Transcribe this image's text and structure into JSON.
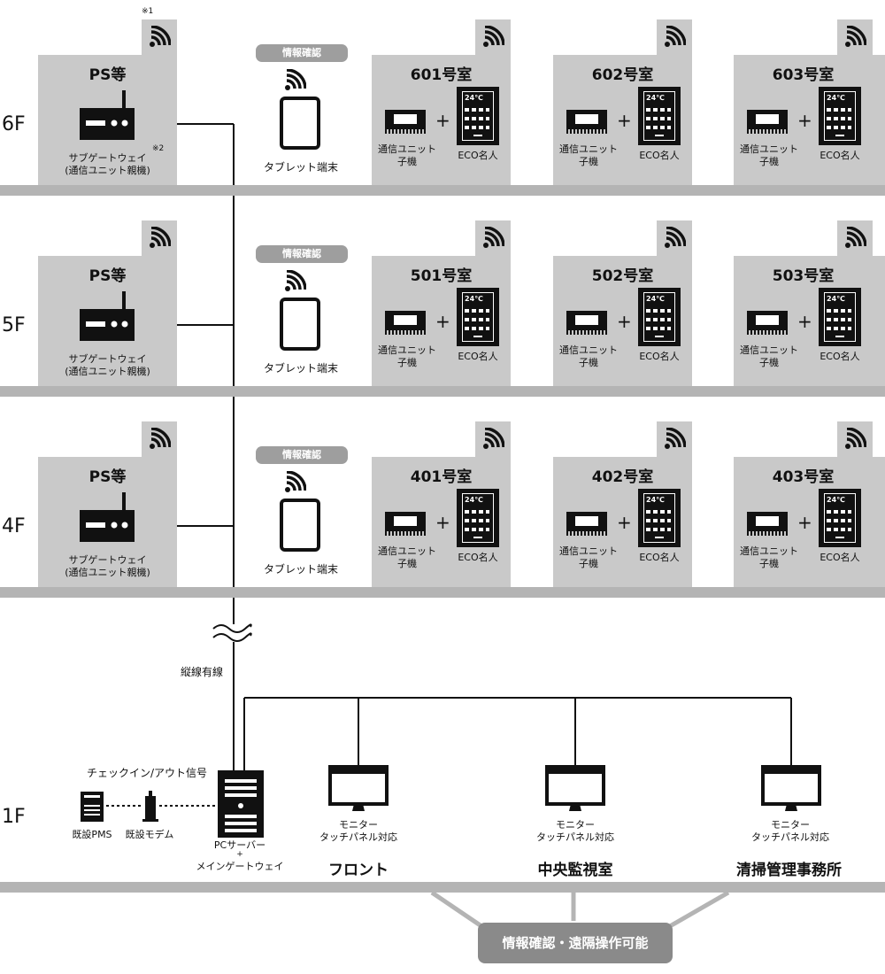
{
  "floors": [
    {
      "label": "6F",
      "ps": {
        "title": "PS等",
        "line1": "サブゲートウェイ",
        "line2": "(通信ユニット親機)"
      },
      "tablet": {
        "badge": "情報確認",
        "label": "タブレット端末"
      },
      "rooms": [
        {
          "title": "601号室",
          "unit_line1": "通信ユニット",
          "unit_line2": "子機",
          "eco": "ECO名人",
          "temp": "24℃"
        },
        {
          "title": "602号室",
          "unit_line1": "通信ユニット",
          "unit_line2": "子機",
          "eco": "ECO名人",
          "temp": "24℃"
        },
        {
          "title": "603号室",
          "unit_line1": "通信ユニット",
          "unit_line2": "子機",
          "eco": "ECO名人",
          "temp": "24℃"
        }
      ]
    },
    {
      "label": "5F",
      "ps": {
        "title": "PS等",
        "line1": "サブゲートウェイ",
        "line2": "(通信ユニット親機)"
      },
      "tablet": {
        "badge": "情報確認",
        "label": "タブレット端末"
      },
      "rooms": [
        {
          "title": "501号室",
          "unit_line1": "通信ユニット",
          "unit_line2": "子機",
          "eco": "ECO名人",
          "temp": "24℃"
        },
        {
          "title": "502号室",
          "unit_line1": "通信ユニット",
          "unit_line2": "子機",
          "eco": "ECO名人",
          "temp": "24℃"
        },
        {
          "title": "503号室",
          "unit_line1": "通信ユニット",
          "unit_line2": "子機",
          "eco": "ECO名人",
          "temp": "24℃"
        }
      ]
    },
    {
      "label": "4F",
      "ps": {
        "title": "PS等",
        "line1": "サブゲートウェイ",
        "line2": "(通信ユニット親機)"
      },
      "tablet": {
        "badge": "情報確認",
        "label": "タブレット端末"
      },
      "rooms": [
        {
          "title": "401号室",
          "unit_line1": "通信ユニット",
          "unit_line2": "子機",
          "eco": "ECO名人",
          "temp": "24℃"
        },
        {
          "title": "402号室",
          "unit_line1": "通信ユニット",
          "unit_line2": "子機",
          "eco": "ECO名人",
          "temp": "24℃"
        },
        {
          "title": "403号室",
          "unit_line1": "通信ユニット",
          "unit_line2": "子機",
          "eco": "ECO名人",
          "temp": "24℃"
        }
      ]
    }
  ],
  "notes": {
    "n1": "※1",
    "n2": "※2"
  },
  "vertical_wiring": "縦線有線",
  "first_floor": {
    "label": "1F",
    "checkin_signal": "チェックイン/アウト信号",
    "pms": "既設PMS",
    "modem": "既設モデム",
    "server_line1": "PCサーバー",
    "server_line2": "+",
    "server_line3": "メインゲートウェイ",
    "monitor_line1": "モニター",
    "monitor_line2": "タッチパネル対応",
    "front": "フロント",
    "central": "中央監視室",
    "cleaning": "清掃管理事務所"
  },
  "bottom_badge": "情報確認・遠隔操作可能",
  "colors": {
    "box": "#c9c9c9",
    "floor_bar": "#b4b4b4",
    "pill": "#9e9e9e",
    "bottom_badge": "#8a8a8a",
    "device": "#111111"
  },
  "icons": {
    "ps": "wifi-signal-icon",
    "room": "wifi-signal-icon",
    "tablet": "tablet-icon",
    "router": "router-icon",
    "unit": "communication-unit-icon",
    "eco": "eco-controller-icon",
    "monitor": "monitor-icon",
    "server": "server-icon",
    "pms": "pms-server-icon",
    "modem": "modem-icon"
  }
}
